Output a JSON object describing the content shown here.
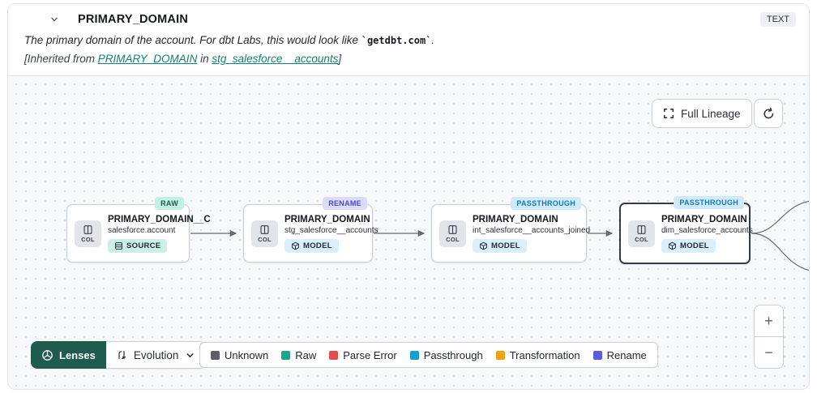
{
  "header": {
    "title": "PRIMARY_DOMAIN",
    "type_badge": "TEXT",
    "description": {
      "prefix": "The primary domain of the account. For dbt Labs, this would look like ",
      "code": "`getdbt.com`",
      "suffix": "."
    },
    "inherited": {
      "prefix": "[Inherited from ",
      "column_link": "PRIMARY_DOMAIN",
      "middle": " in ",
      "model_link": "stg_salesforce__accounts",
      "suffix": "]"
    }
  },
  "toolbar": {
    "full_lineage": "Full Lineage"
  },
  "nodes": [
    {
      "tag": "RAW",
      "title": "PRIMARY_DOMAIN__C",
      "subtitle": "salesforce.account",
      "badge": "SOURCE",
      "col": "COL"
    },
    {
      "tag": "RENAME",
      "title": "PRIMARY_DOMAIN",
      "subtitle": "stg_salesforce__accounts",
      "badge": "MODEL",
      "col": "COL"
    },
    {
      "tag": "PASSTHROUGH",
      "title": "PRIMARY_DOMAIN",
      "subtitle": "int_salesforce__accounts_joined",
      "badge": "MODEL",
      "col": "COL"
    },
    {
      "tag": "PASSTHROUGH",
      "title": "PRIMARY_DOMAIN",
      "subtitle": "dim_salesforce_accounts",
      "badge": "MODEL",
      "col": "COL",
      "selected": true
    }
  ],
  "lenses": {
    "label": "Lenses",
    "selected": "Evolution"
  },
  "legend": {
    "items": [
      {
        "label": "Unknown",
        "color": "#5c5f66"
      },
      {
        "label": "Raw",
        "color": "#17a78c"
      },
      {
        "label": "Parse Error",
        "color": "#e04f50"
      },
      {
        "label": "Passthrough",
        "color": "#189fd2"
      },
      {
        "label": "Transformation",
        "color": "#eea211"
      },
      {
        "label": "Rename",
        "color": "#5c58e0"
      }
    ]
  },
  "zoom_controls": {
    "zoom_in": "+",
    "zoom_out": "−"
  },
  "colors": {
    "link_teal": "#0c8374",
    "lenses_green": "#1f5c4d",
    "canvas_bg": "#f7f8fa"
  }
}
